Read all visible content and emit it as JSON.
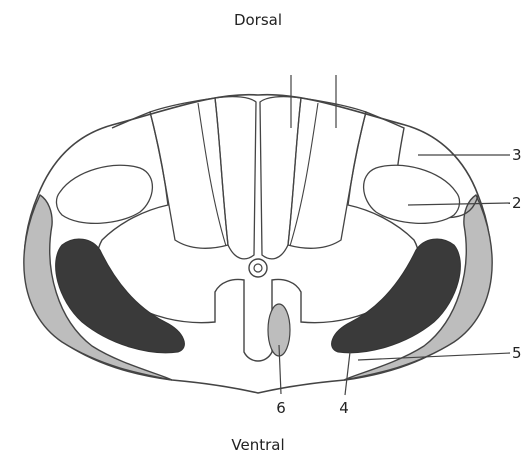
{
  "orientation": {
    "top": "Dorsal",
    "bottom": "Ventral"
  },
  "callouts": {
    "c1": "3",
    "c2": "2",
    "c3": "5",
    "c4": "6",
    "c5": "4"
  },
  "colors": {
    "outline": "#444444",
    "light_gray": "#bdbdbd",
    "dark_gray": "#3a3a3a",
    "background": "#ffffff"
  }
}
